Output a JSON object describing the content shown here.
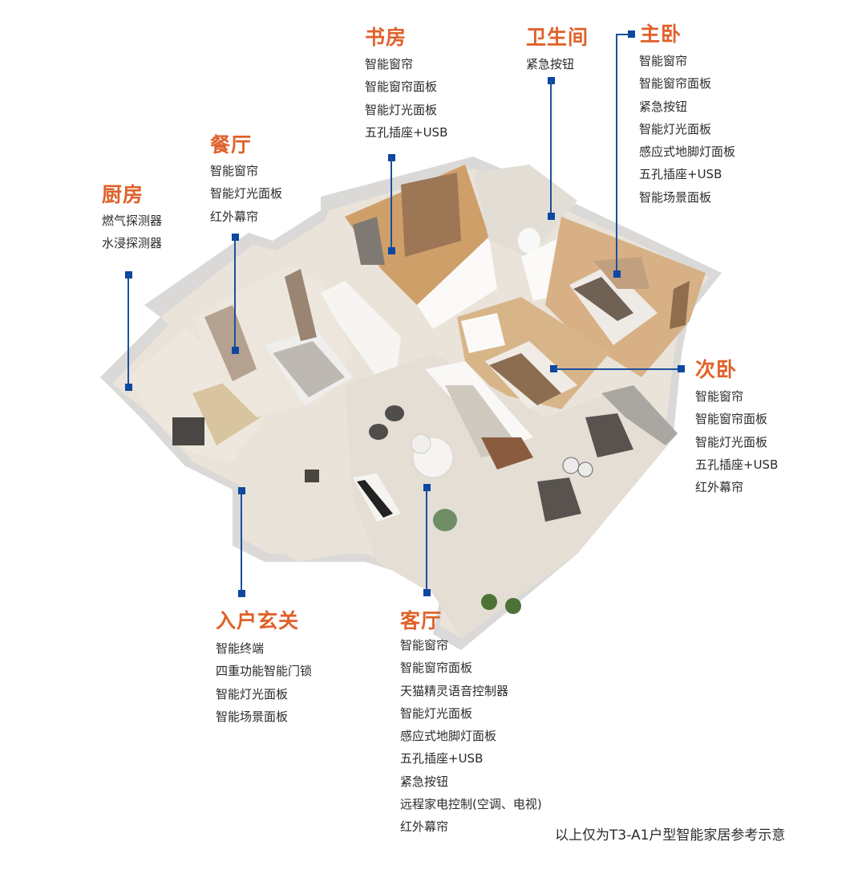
{
  "rooms": {
    "study": {
      "title": "书房",
      "items": [
        "智能窗帘",
        "智能窗帘面板",
        "智能灯光面板",
        "五孔插座+USB"
      ]
    },
    "bathroom": {
      "title": "卫生间",
      "items": [
        "紧急按钮"
      ]
    },
    "master_bedroom": {
      "title": "主卧",
      "items": [
        "智能窗帘",
        "智能窗帘面板",
        "紧急按钮",
        "智能灯光面板",
        "感应式地脚灯面板",
        "五孔插座+USB",
        "智能场景面板"
      ]
    },
    "dining_room": {
      "title": "餐厅",
      "items": [
        "智能窗帘",
        "智能灯光面板",
        "红外幕帘"
      ]
    },
    "kitchen": {
      "title": "厨房",
      "items": [
        "燃气探测器",
        "水浸探测器"
      ]
    },
    "second_bedroom": {
      "title": "次卧",
      "items": [
        "智能窗帘",
        "智能窗帘面板",
        "智能灯光面板",
        "五孔插座+USB",
        "红外幕帘"
      ]
    },
    "entrance": {
      "title": "入户玄关",
      "items": [
        "智能终端",
        "四重功能智能门锁",
        "智能灯光面板",
        "智能场景面板"
      ]
    },
    "living_room": {
      "title": "客厅",
      "items": [
        "智能窗帘",
        "智能窗帘面板",
        "天猫精灵语音控制器",
        "智能灯光面板",
        "感应式地脚灯面板",
        "五孔插座+USB",
        "紧急按钮",
        "远程家电控制(空调、电视)",
        "红外幕帘"
      ]
    }
  },
  "footnote": "以上仅为T3-A1户型智能家居参考示意",
  "colors": {
    "title": "#e0612a",
    "connector": "#1d4f9c",
    "text": "#2b2b2b"
  }
}
